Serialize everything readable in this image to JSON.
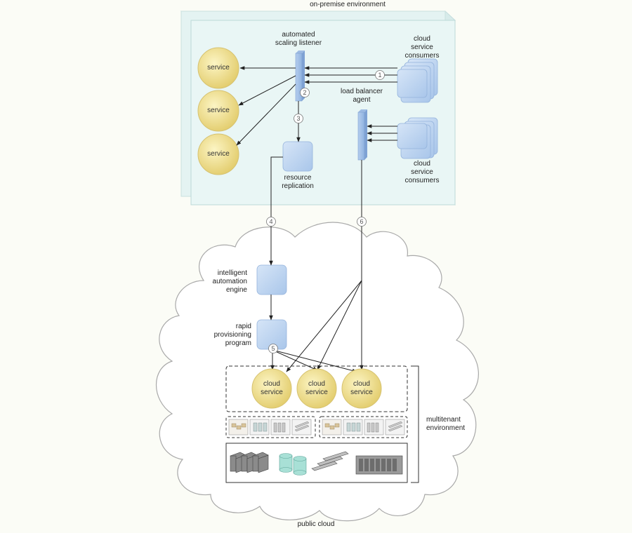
{
  "labels": {
    "on_premise": "on-premise environment",
    "public_cloud": "public cloud",
    "scaling_listener": [
      "automated",
      "scaling listener"
    ],
    "load_balancer": [
      "load balancer",
      "agent"
    ],
    "consumers_top": [
      "cloud",
      "service",
      "consumers"
    ],
    "consumers_bottom": [
      "cloud",
      "service",
      "consumers"
    ],
    "resource_replication": [
      "resource",
      "replication"
    ],
    "automation_engine": [
      "intelligent",
      "automation",
      "engine"
    ],
    "provisioning_program": [
      "rapid",
      "provisioning",
      "program"
    ],
    "multitenant": [
      "multitenant",
      "environment"
    ]
  },
  "services_onprem": [
    "service",
    "service",
    "service"
  ],
  "cloud_services": [
    [
      "cloud",
      "service"
    ],
    [
      "cloud",
      "service"
    ],
    [
      "cloud",
      "service"
    ]
  ],
  "steps": [
    "1",
    "2",
    "3",
    "4",
    "5",
    "6"
  ],
  "colors": {
    "onprem_fill": "#e6f4f3",
    "node_blue": "#bfd6f1",
    "service_yellow": "#f1e08c",
    "line": "#222222"
  }
}
